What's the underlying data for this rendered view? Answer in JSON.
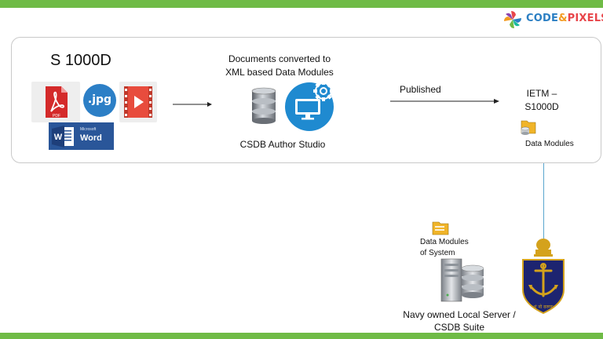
{
  "logo": {
    "part1": "CODE",
    "amp": "&",
    "part2": "PIXELS"
  },
  "title": "S 1000D",
  "icons": {
    "pdf_label": "PDF",
    "jpg_label": ".jpg",
    "word_small": "Microsoft",
    "word_label": "Word"
  },
  "converted": {
    "line1": "Documents converted to",
    "line2": "XML based  Data Modules"
  },
  "author_studio": "CSDB Author Studio",
  "published": "Published",
  "ietm": {
    "line1": "IETM –",
    "line2": "S1000D",
    "modules": "Data Modules"
  },
  "system": {
    "line1": "Data Modules",
    "line2": "of System"
  },
  "server": {
    "line1": "Navy owned Local Server /",
    "line2": "CSDB Suite"
  },
  "emblem_motto": "शं नो वरुणः",
  "colors": {
    "accent_green": "#6fbb46",
    "connector_blue": "#5aa6cf",
    "navy": "#1d2470",
    "gold": "#d4a21c"
  }
}
